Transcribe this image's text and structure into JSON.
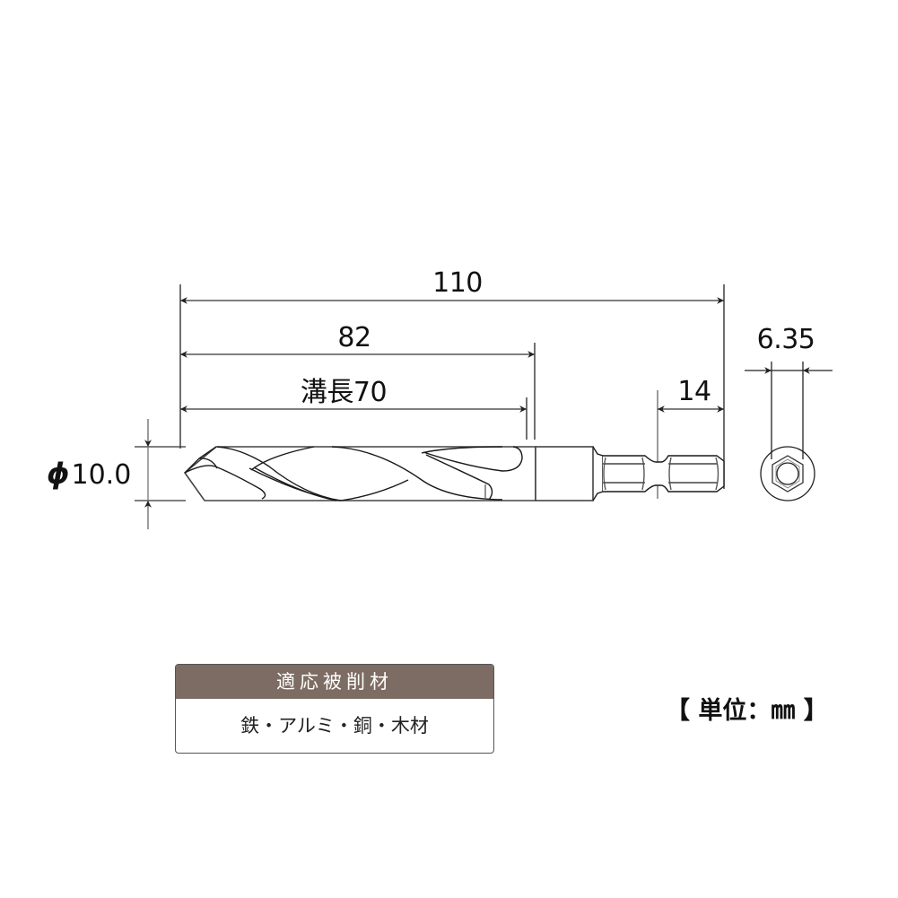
{
  "drawing": {
    "dimensions": {
      "overall_length": "110",
      "body_length": "82",
      "flute_length": "溝長70",
      "hex_length": "14",
      "hex_width": "6.35",
      "diameter_symbol": "ϕ",
      "diameter_value": "10.0"
    },
    "colors": {
      "line": "#1a1a1a",
      "dim_line": "#555555",
      "header_bg": "#7d6c63"
    }
  },
  "materials": {
    "title": "適応被削材",
    "value": "鉄・アルミ・銅・木材"
  },
  "unit_note": "【 単位：㎜ 】"
}
